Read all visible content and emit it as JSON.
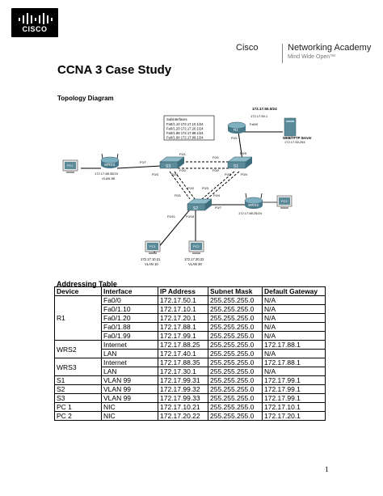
{
  "header": {
    "logo_text": "CISCO",
    "academy_brand": "Cisco",
    "academy_name": "Networking Academy",
    "academy_tagline": "Mind Wide Open™"
  },
  "document": {
    "title": "CCNA 3 Case Study",
    "topology_title": "Topology Diagram",
    "page_number": "1"
  },
  "topology": {
    "subinterfaces_title": "Subinterfaces",
    "subinterfaces": [
      "Fa0/1.10   172.17.10.1/24",
      "Fa0/1.20   172.17.20.1/24",
      "Fa0/1.88   172.17.88.1/24",
      "Fa0/1.99   172.17.99.1/24"
    ],
    "r1_network": "172.17.50.0/24",
    "r1_addr": "172.17.50.1",
    "server_name": "WEB/TFTP Server",
    "server_addr": "172.17.50.254",
    "wrs3_addr": "172.17.88.35/24",
    "wrs3_vlan": "VLAN 88",
    "wrs2_addr": "172.17.88.25/24",
    "pc1_addr": "172.17.10.21",
    "pc1_vlan": "VLAN 10",
    "pc2_addr": "172.17.20.22",
    "pc2_vlan": "VLAN 20",
    "labels": {
      "R1": "R1",
      "S1": "S1",
      "S2": "S2",
      "S3": "S3",
      "WRS3": "WRS3",
      "WRS2": "WRS2",
      "PC1": "PC1",
      "PC2": "PC2",
      "r1_fa00": "Fa0/0",
      "r1_fa01": "F0/1",
      "s1_f05": "F0/5",
      "s1_f01": "F0/1",
      "s1_f02": "F0/2",
      "s1_f03": "F0/3",
      "s1_f04": "F0/4",
      "s3_f07": "F0/7",
      "s3_f01": "F0/1",
      "s3_f02": "F0/2",
      "s3_f03": "F0/3",
      "s3_f04": "F0/4",
      "s2_f01": "F0/1",
      "s2_f02": "F0/2",
      "s2_f03": "F0/3",
      "s2_f04": "F0/4",
      "s2_f07": "F0/7",
      "s2_f011": "F0/11",
      "s2_f018": "F0/18"
    }
  },
  "addressing": {
    "title": "Addressing Table",
    "headers": [
      "Device",
      "Interface",
      "IP Address",
      "Subnet Mask",
      "Default Gateway"
    ],
    "groups": [
      {
        "device": "R1",
        "rows": [
          [
            "Fa0/0",
            "172.17.50.1",
            "255.255.255.0",
            "N/A"
          ],
          [
            "Fa0/1.10",
            "172.17.10.1",
            "255.255.255.0",
            "N/A"
          ],
          [
            "Fa0/1.20",
            "172.17.20.1",
            "255.255.255.0",
            "N/A"
          ],
          [
            "Fa0/1.88",
            "172.17.88.1",
            "255.255.255.0",
            "N/A"
          ],
          [
            "Fa0/1.99",
            "172.17.99.1",
            "255.255.255.0",
            "N/A"
          ]
        ]
      },
      {
        "device": "WRS2",
        "rows": [
          [
            "Internet",
            "172.17.88.25",
            "255.255.255.0",
            "172.17.88.1"
          ],
          [
            "LAN",
            "172.17.40.1",
            "255.255.255.0",
            "N/A"
          ]
        ]
      },
      {
        "device": "WRS3",
        "rows": [
          [
            "Internet",
            "172.17.88.35",
            "255.255.255.0",
            "172.17.88.1"
          ],
          [
            "LAN",
            "172.17.30.1",
            "255.255.255.0",
            "N/A"
          ]
        ]
      },
      {
        "device": "S1",
        "rows": [
          [
            "VLAN 99",
            "172.17.99.31",
            "255.255.255.0",
            "172.17.99.1"
          ]
        ]
      },
      {
        "device": "S2",
        "rows": [
          [
            "VLAN 99",
            "172.17.99.32",
            "255.255.255.0",
            "172.17.99.1"
          ]
        ]
      },
      {
        "device": "S3",
        "rows": [
          [
            "VLAN 99",
            "172.17.99.33",
            "255.255.255.0",
            "172.17.99.1"
          ]
        ]
      },
      {
        "device": "PC 1",
        "rows": [
          [
            "NIC",
            "172.17.10.21",
            "255.255.255.0",
            "172.17.10.1"
          ]
        ]
      },
      {
        "device": "PC 2",
        "rows": [
          [
            "NIC",
            "172.17.20.22",
            "255.255.255.0",
            "172.17.20.1"
          ]
        ]
      }
    ]
  }
}
